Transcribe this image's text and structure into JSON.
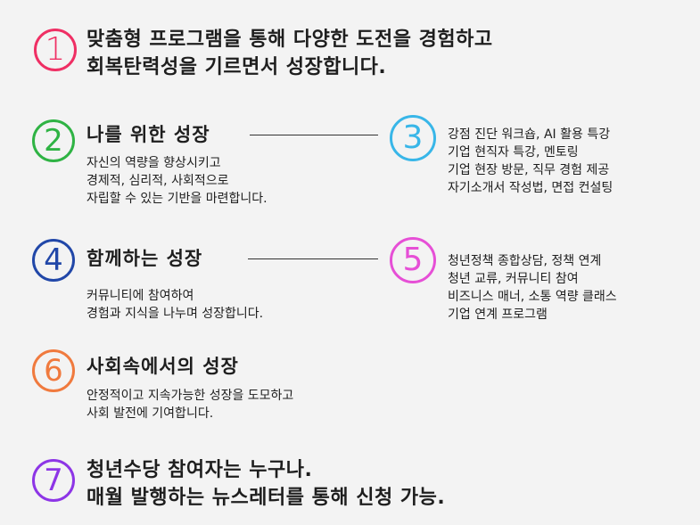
{
  "intro": {
    "number": "1",
    "lines": [
      "맞춤형 프로그램을 통해 다양한 도전을 경험하고",
      "회복탄력성을 기르면서 성장합니다."
    ]
  },
  "personal_growth": {
    "number": "2",
    "title": "나를 위한 성장",
    "lines": [
      "자신의 역량을 향상시키고",
      "경제적, 심리적, 사회적으로",
      "자립할 수 있는 기반을 마련합니다."
    ]
  },
  "personal_programs": {
    "number": "3",
    "items": [
      "강점 진단 워크숍, AI 활용 특강",
      "기업 현직자 특강, 멘토링",
      "기업 현장 방문, 직무 경험 제공",
      "자기소개서 작성법, 면접 컨설팅"
    ]
  },
  "together_growth": {
    "number": "4",
    "title": "함께하는 성장",
    "lines": [
      "커뮤니티에 참여하여",
      "경험과 지식을 나누며 성장합니다."
    ]
  },
  "together_programs": {
    "number": "5",
    "items": [
      "청년정책 종합상담, 정책 연계",
      "청년 교류, 커뮤니티 참여",
      "비즈니스 매너, 소통 역량 클래스",
      "기업 연계 프로그램"
    ]
  },
  "social_growth": {
    "number": "6",
    "title": "사회속에서의 성장",
    "lines": [
      "안정적이고 지속가능한 성장을 도모하고",
      "사회 발전에 기여합니다."
    ]
  },
  "participants": {
    "number": "7",
    "lines": [
      "청년수당 참여자는 누구나.",
      "매월 발행하는 뉴스레터를 통해 신청 가능."
    ]
  },
  "colors": {
    "n1": "#ef2f64",
    "n2": "#2fb344",
    "n3": "#38b6e8",
    "n4": "#2147a8",
    "n5": "#e64fd6",
    "n6": "#f07a3e",
    "n7": "#8d35e6"
  }
}
